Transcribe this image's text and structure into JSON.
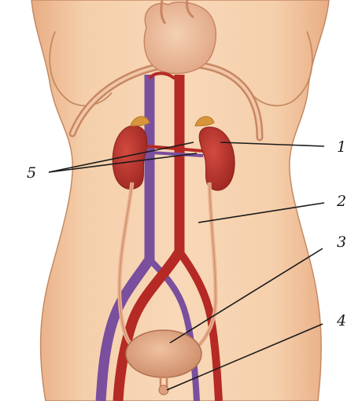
{
  "labels": {
    "l1": "1",
    "l2": "2",
    "l3": "3",
    "l4": "4",
    "l5": "5"
  },
  "colors": {
    "skin": "#f3c9a4",
    "skin_shadow": "#e2a57c",
    "outline": "#c48a63",
    "artery": "#b52a24",
    "vein": "#7a4f9e",
    "kidney": "#b8322c",
    "adrenal": "#d8953c",
    "bladder": "#dda07e",
    "ureter": "#e8b08e",
    "leader": "#1a1a1a"
  }
}
